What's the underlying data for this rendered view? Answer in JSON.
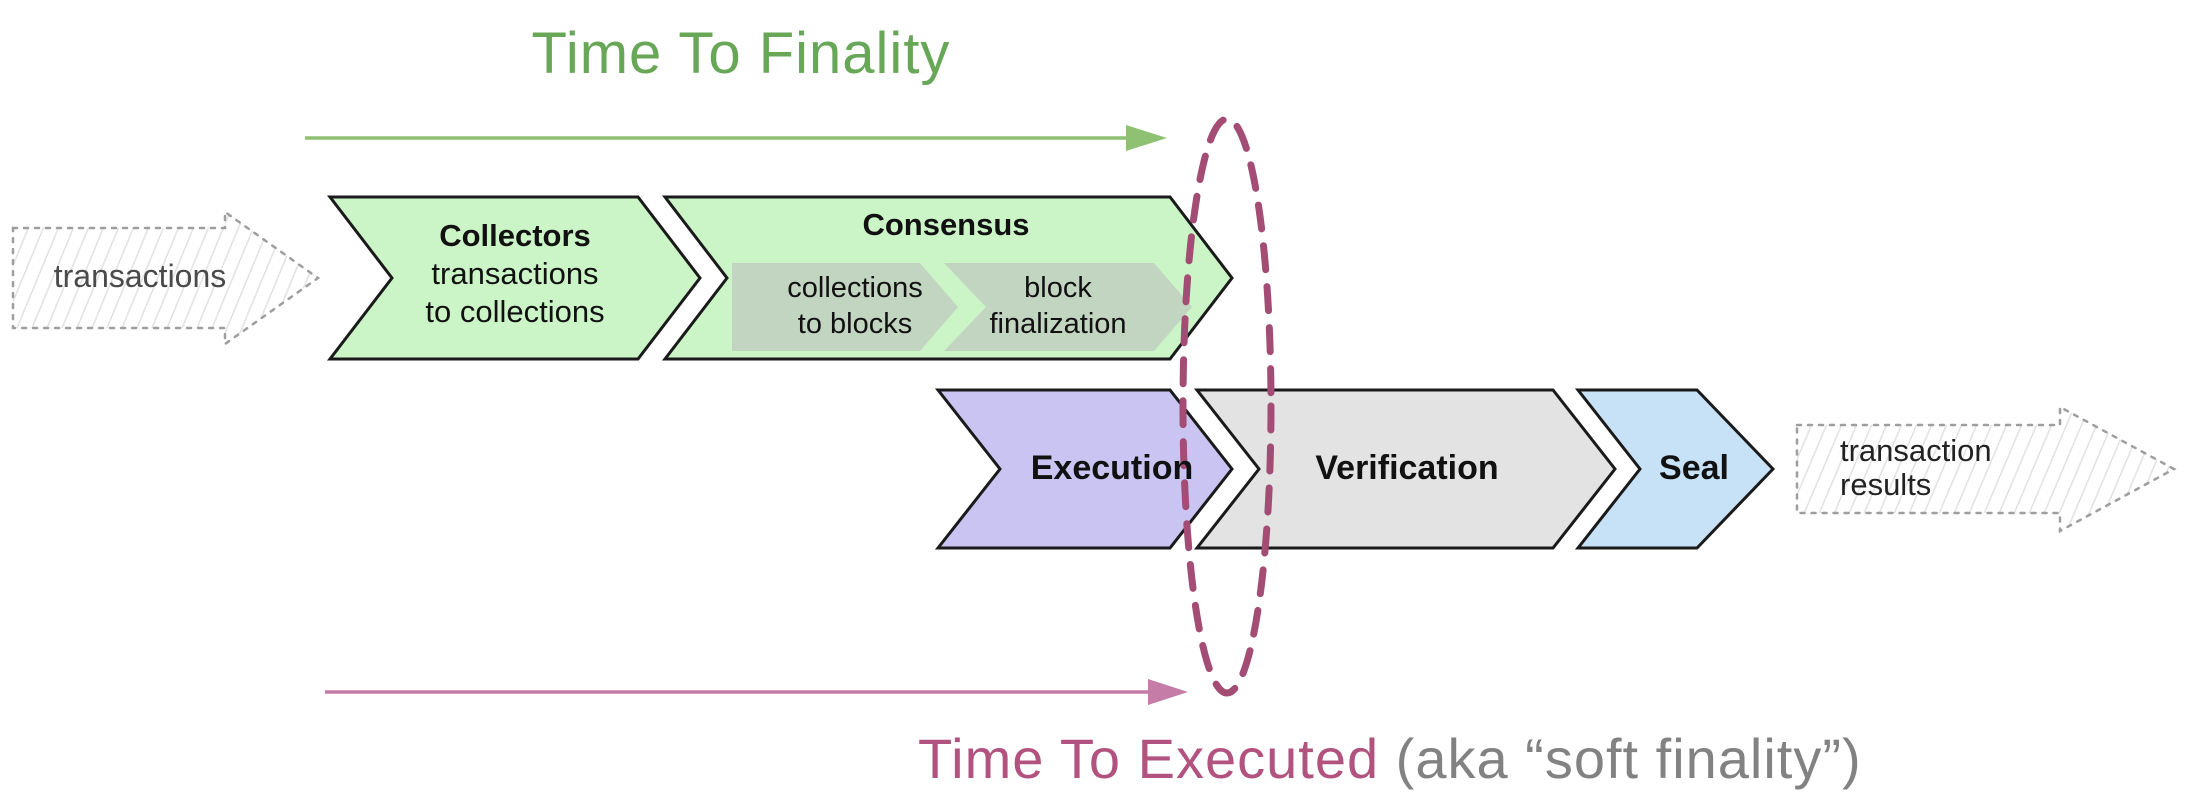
{
  "colors": {
    "finality_green": "#67a757",
    "arrow_green": "#8fc172",
    "stage_green": "#ccf5c7",
    "substage_green": "#c2d5c1",
    "execution_purple": "#c9c4f1",
    "verification_gray": "#e3e3e3",
    "seal_blue": "#c7e1f7",
    "ellipse_rose": "#a34d74",
    "arrow_pink": "#c57ca6",
    "executed_pink": "#b2527f",
    "caption_gray": "#828282",
    "outline_black": "#1a1a1a",
    "sketch_outline_gray": "#9e9e9e"
  },
  "timelines": {
    "finality_label": "Time To Finality",
    "executed_label": "Time To Executed",
    "executed_suffix": " (aka “soft finality”)"
  },
  "io": {
    "input_label": "transactions",
    "output_line1": "transaction",
    "output_line2": "results"
  },
  "stages": {
    "collectors": {
      "title": "Collectors",
      "line1": "transactions",
      "line2": "to collections"
    },
    "consensus": {
      "title": "Consensus",
      "sub1": {
        "line1": "collections",
        "line2": "to blocks"
      },
      "sub2": {
        "line1": "block",
        "line2": "finalization"
      }
    },
    "execution": {
      "title": "Execution"
    },
    "verification": {
      "title": "Verification"
    },
    "seal": {
      "title": "Seal"
    }
  }
}
